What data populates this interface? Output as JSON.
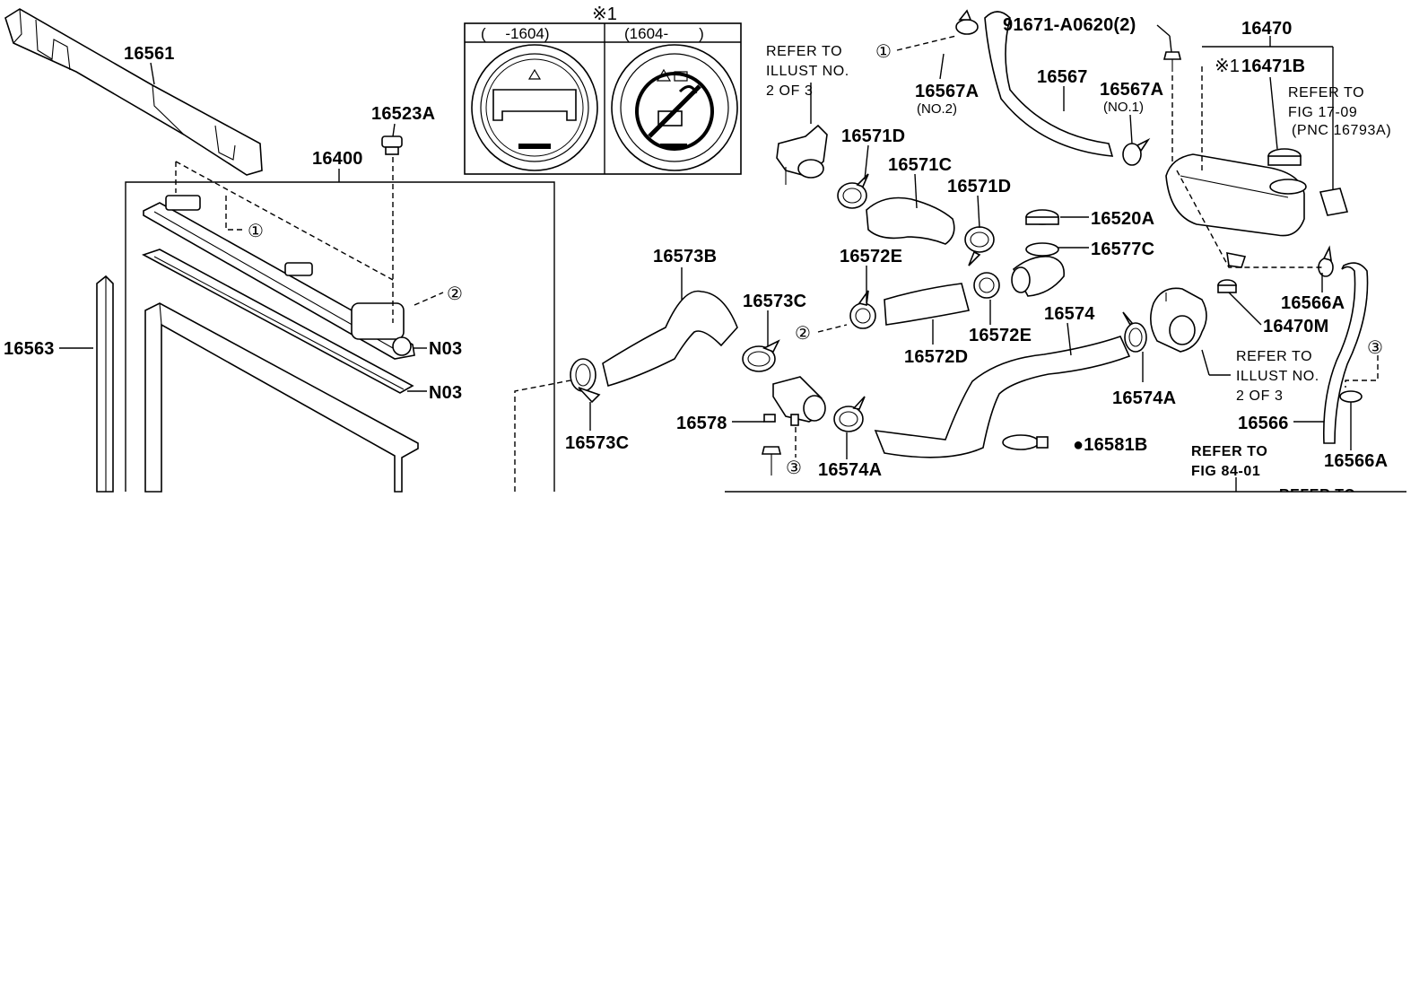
{
  "inset": {
    "mark": "※1",
    "col_left": "(　 -1604)",
    "col_right": "(1604-　　)"
  },
  "callouts": {
    "c1": "①",
    "c2": "②",
    "c3": "③",
    "mark1": "※1"
  },
  "labels": {
    "p16561": "16561",
    "p16523A": "16523A",
    "p16400": "16400",
    "p16563": "16563",
    "n03_a": "N03",
    "n03_b": "N03",
    "p16573B": "16573B",
    "p16573C_top": "16573C",
    "p16573C_bottom": "16573C",
    "p16578": "16578",
    "p16574A_left": "16574A",
    "p16571D_left": "16571D",
    "p16571C": "16571C",
    "p16571D_right": "16571D",
    "p16572E_left": "16572E",
    "p16572D": "16572D",
    "p16572E_right": "16572E",
    "p16574": "16574",
    "p16567A_no2": "16567A",
    "no2": "(NO.2)",
    "p16567": "16567",
    "p16567A_no1": "16567A",
    "no1": "(NO.1)",
    "p91671": "91671-A0620(2)",
    "p16520A": "16520A",
    "p16577C": "16577C",
    "p16574A_right": "16574A",
    "p16581B": "●16581B",
    "p16470": "16470",
    "p16471B": "16471B",
    "p16566A_top": "16566A",
    "p16470M": "16470M",
    "p16566": "16566",
    "p16566A_bottom": "16566A"
  },
  "refs": {
    "illust_top": [
      "REFER TO",
      "ILLUST NO.",
      "2 OF 3"
    ],
    "illust_right": [
      "REFER TO",
      "ILLUST NO.",
      "2 OF 3"
    ],
    "fig_17_09": [
      "REFER TO",
      "FIG 17-09",
      "(PNC 16793A)"
    ],
    "fig_84_01": [
      "REFER TO",
      "FIG 84-01"
    ],
    "cut_right": "REFER TO"
  }
}
